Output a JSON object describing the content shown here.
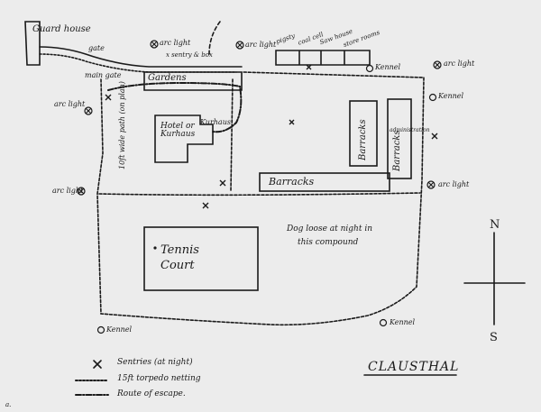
{
  "title": "CLAUSTHAL",
  "guard_house": "Guard house",
  "gate_small": "gate",
  "main_gate": "main gate",
  "gardens": "Gardens",
  "hotel": "Hotel or Kurhaus",
  "kurhaus": "Kurhaus",
  "path_note": "10ft wide path (on plan)",
  "barracks_long": "Barracks",
  "barracks_v1": "Barracks",
  "barracks_v2": "Barracks",
  "admin": "administration",
  "tennis": "Tennis Court",
  "dog_note_1": "Dog loose at night in",
  "dog_note_2": "this compound",
  "upper_buildings": [
    "pigsty",
    "coal cell",
    "Saw house",
    "store rooms"
  ],
  "sentry_near_gate": "x sentry & box",
  "arc_light": "arc light",
  "kennel": "Kennel",
  "compass": {
    "n": "N",
    "s": "S"
  },
  "legend": [
    {
      "symbol": "sentry",
      "label": "Sentries (at night)"
    },
    {
      "symbol": "wire",
      "label": "15ft torpedo netting"
    },
    {
      "symbol": "route",
      "label": "Route of escape."
    }
  ],
  "corner_mark": "a."
}
